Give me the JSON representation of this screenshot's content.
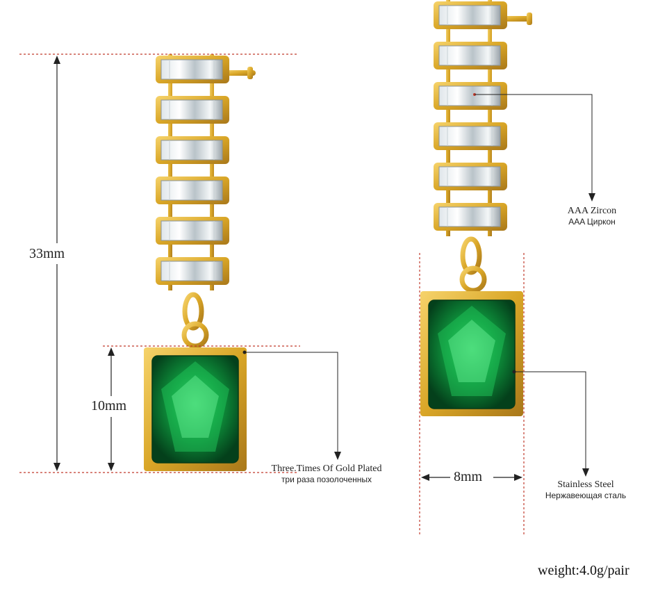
{
  "dimensions": {
    "height_total": "33mm",
    "pendant_height": "10mm",
    "pendant_width": "8mm"
  },
  "callouts": {
    "zircon": {
      "en": "AAA Zircon",
      "ru": "AAA Циркон"
    },
    "plating": {
      "en": "Three.Times Of Gold Plated",
      "ru": "три раза позолоченных"
    },
    "material": {
      "en": "Stainless Steel",
      "ru": "Нержавеющая сталь"
    }
  },
  "weight": "weight:4.0g/pair",
  "colors": {
    "gold": "#d9a627",
    "emerald": "#0d8a3a",
    "dimension_line": "#c0392b",
    "leader_line": "#222222"
  }
}
